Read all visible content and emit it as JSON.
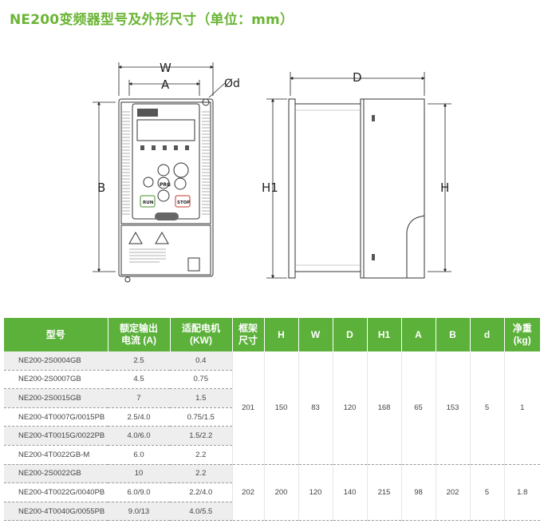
{
  "title": "NE200变频器型号及外形尺寸（单位：mm）",
  "drawing": {
    "front_labels": {
      "w": "W",
      "a": "A",
      "b": "B",
      "d": "Ød"
    },
    "side_labels": {
      "d": "D",
      "h1": "H1",
      "h": "H"
    },
    "keypad_labels": {
      "prg": "PRG",
      "run": "RUN",
      "stop": "STOP"
    }
  },
  "table": {
    "headers": [
      [
        "型号"
      ],
      [
        "额定输出",
        "电流 (A)"
      ],
      [
        "适配电机",
        "(KW)"
      ],
      [
        "框架",
        "尺寸"
      ],
      [
        "H"
      ],
      [
        "W"
      ],
      [
        "D"
      ],
      [
        "H1"
      ],
      [
        "A"
      ],
      [
        "B"
      ],
      [
        "d"
      ],
      [
        "净重",
        "(kg)"
      ]
    ],
    "rows": [
      {
        "model": "NE200-2S0004GB",
        "current": "2.5",
        "motor": "0.4"
      },
      {
        "model": "NE200-2S0007GB",
        "current": "4.5",
        "motor": "0.75"
      },
      {
        "model": "NE200-2S0015GB",
        "current": "7",
        "motor": "1.5"
      },
      {
        "model": "NE200-4T0007G/0015PB",
        "current": "2.5/4.0",
        "motor": "0.75/1.5"
      },
      {
        "model": "NE200-4T0015G/0022PB",
        "current": "4.0/6.0",
        "motor": "1.5/2.2"
      },
      {
        "model": "NE200-4T0022GB-M",
        "current": "6.0",
        "motor": "2.2"
      },
      {
        "model": "NE200-2S0022GB",
        "current": "10",
        "motor": "2.2"
      },
      {
        "model": "NE200-4T0022G/0040PB",
        "current": "6.0/9.0",
        "motor": "2.2/4.0"
      },
      {
        "model": "NE200-4T0040G/0055PB",
        "current": "9.0/13",
        "motor": "4.0/5.5"
      }
    ],
    "groups": [
      {
        "frame": "201",
        "H": "150",
        "W": "83",
        "D": "120",
        "H1": "168",
        "A": "65",
        "B": "153",
        "d": "5",
        "weight": "1"
      },
      {
        "frame": "202",
        "H": "200",
        "W": "120",
        "D": "140",
        "H1": "215",
        "A": "98",
        "B": "202",
        "d": "5",
        "weight": "1.8"
      }
    ]
  }
}
